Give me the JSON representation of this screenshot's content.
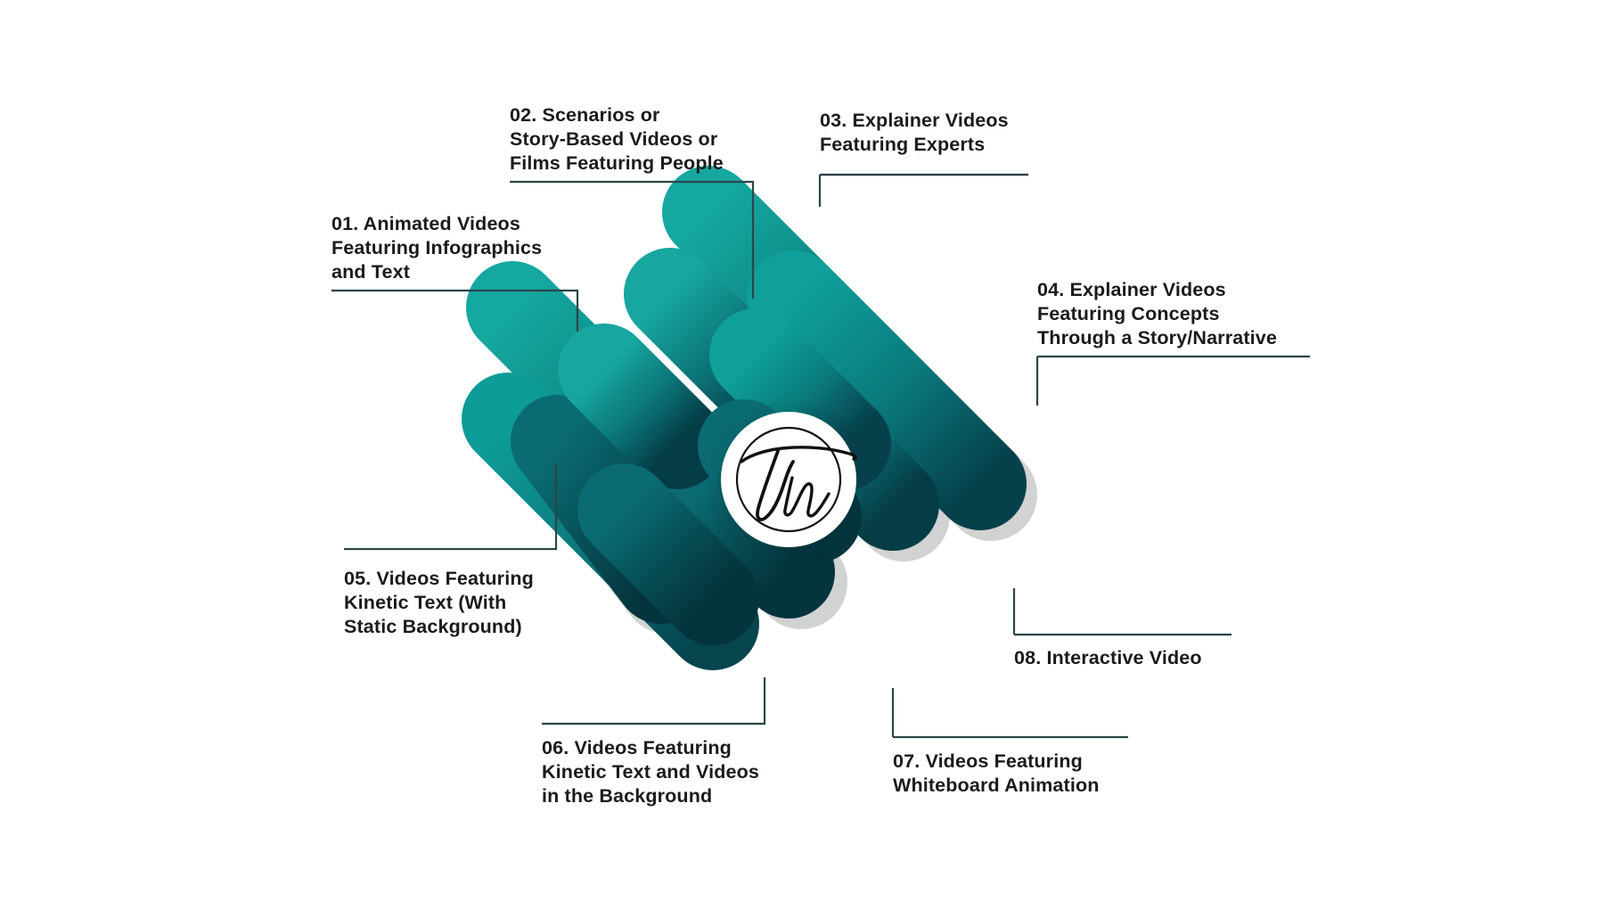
{
  "graphic": {
    "type": "radial-capsule-infographic",
    "title_count": 8,
    "center_logo": {
      "name": "TM monogram logo",
      "monogram": "Tm",
      "circle_fill": "#ffffff",
      "ring_stroke": "#111111"
    },
    "colors": {
      "capsule_light": "#12a09b",
      "capsule_mid": "#0c7d7e",
      "capsule_dark": "#07474f",
      "capsule_darkest": "#053a42",
      "shadow": "#c9cbcb",
      "connector_line": "#2d4547",
      "text": "#1b1b1b",
      "background": "#ffffff"
    }
  },
  "items": [
    {
      "number": "01.",
      "title": "Animated Videos\nFeaturing Infographics\nand Text",
      "full": "01. Animated Videos Featuring Infographics and Text"
    },
    {
      "number": "02.",
      "title": "Scenarios or\nStory-Based Videos or\nFilms Featuring People",
      "full": "02. Scenarios or Story-Based Videos or Films Featuring People"
    },
    {
      "number": "03.",
      "title": "Explainer Videos\nFeaturing Experts",
      "full": "03. Explainer Videos Featuring Experts"
    },
    {
      "number": "04.",
      "title": "Explainer Videos\nFeaturing Concepts\nThrough a Story/Narrative",
      "full": "04. Explainer Videos Featuring Concepts Through a Story/Narrative"
    },
    {
      "number": "05.",
      "title": "Videos Featuring\nKinetic Text (With\nStatic Background)",
      "full": "05. Videos Featuring Kinetic Text (With Static Background)"
    },
    {
      "number": "06.",
      "title": "Videos Featuring\nKinetic Text and Videos\nin the Background",
      "full": "06. Videos Featuring Kinetic Text and Videos in the Background"
    },
    {
      "number": "07.",
      "title": "Videos Featuring\nWhiteboard Animation",
      "full": "07. Videos Featuring Whiteboard Animation"
    },
    {
      "number": "08.",
      "title": "Interactive Video",
      "full": "08. Interactive Video"
    }
  ],
  "labels": {
    "l1": "01. Animated Videos\nFeaturing Infographics\nand Text",
    "l2": "02. Scenarios or\nStory-Based Videos or\nFilms Featuring People",
    "l3": "03. Explainer Videos\nFeaturing Experts",
    "l4": "04. Explainer Videos\nFeaturing Concepts\nThrough a Story/Narrative",
    "l5": "05. Videos Featuring\nKinetic Text (With\nStatic Background)",
    "l6": "06. Videos Featuring\nKinetic Text and Videos\nin the Background",
    "l7": "07. Videos Featuring\nWhiteboard Animation",
    "l8": "08. Interactive Video"
  }
}
